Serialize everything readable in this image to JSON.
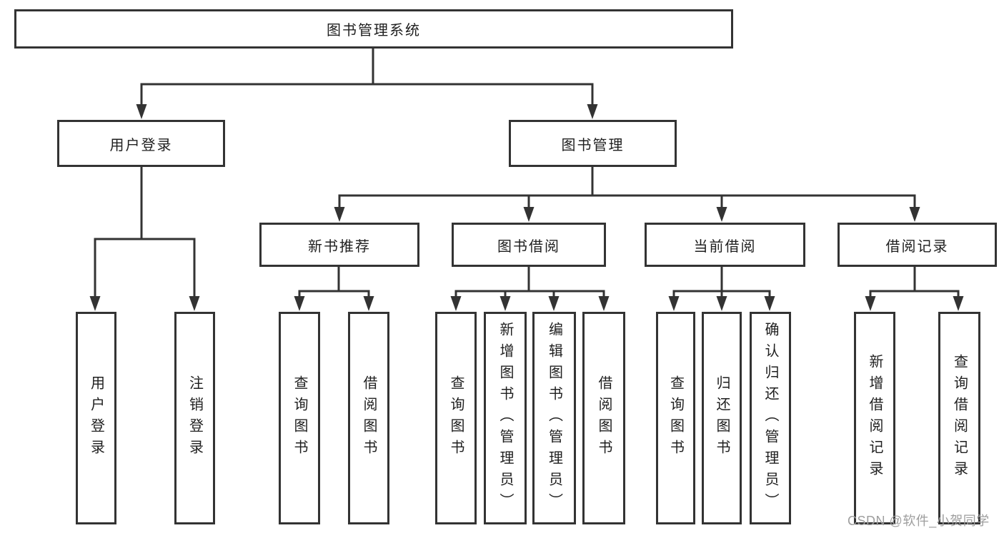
{
  "diagram": {
    "root": {
      "label": "图书管理系统"
    },
    "branches": {
      "user_login": {
        "label": "用户登录",
        "children": [
          "用户登录",
          "注销登录"
        ]
      },
      "book_management": {
        "label": "图书管理"
      }
    },
    "modules": [
      {
        "label": "新书推荐",
        "children": [
          "查询图书",
          "借阅图书"
        ]
      },
      {
        "label": "图书借阅",
        "children": [
          "查询图书",
          "新增图书（管理员）",
          "编辑图书（管理员）",
          "借阅图书"
        ]
      },
      {
        "label": "当前借阅",
        "children": [
          "查询图书",
          "归还图书",
          "确认归还（管理员）"
        ]
      },
      {
        "label": "借阅记录",
        "children": [
          "新增借阅记录",
          "查询借阅记录"
        ]
      }
    ]
  },
  "watermark": "CSDN @软件_小贺同学",
  "colors": {
    "line": "#333333",
    "text": "#1f1f1f",
    "box_background": "#ffffff",
    "watermark": "#9e9e9e"
  }
}
